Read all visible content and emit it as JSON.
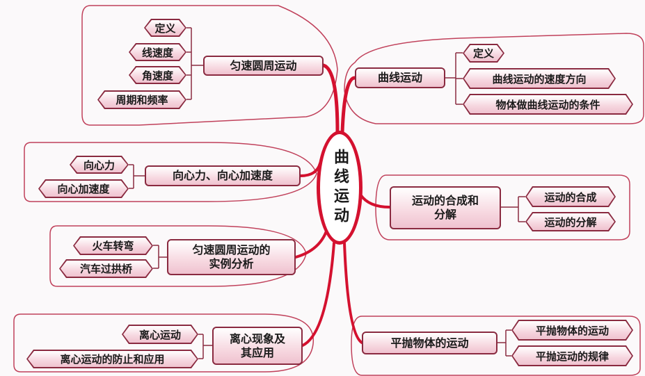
{
  "center": "曲线运动",
  "colors": {
    "branch": "#d4112f",
    "border": "#8a2a40",
    "fill": "#f6d6df"
  },
  "groups": [
    {
      "main": "匀速圆周运动",
      "leaves": [
        "定义",
        "线速度",
        "角速度",
        "周期和频率"
      ]
    },
    {
      "main": "向心力、向心加速度",
      "leaves": [
        "向心力",
        "向心加速度"
      ]
    },
    {
      "main": "匀速圆周运动的实例分析",
      "leaves": [
        "火车转弯",
        "汽车过拱桥"
      ]
    },
    {
      "main": "离心现象及其应用",
      "leaves": [
        "离心运动",
        "离心运动的防止和应用"
      ]
    },
    {
      "main": "曲线运动",
      "leaves": [
        "定义",
        "曲线运动的速度方向",
        "物体做曲线运动的条件"
      ]
    },
    {
      "main": "运动的合成和分解",
      "leaves": [
        "运动的合成",
        "运动的分解"
      ]
    },
    {
      "main": "平抛物体的运动",
      "leaves": [
        "平抛物体的运动",
        "平抛运动的规律"
      ]
    }
  ]
}
